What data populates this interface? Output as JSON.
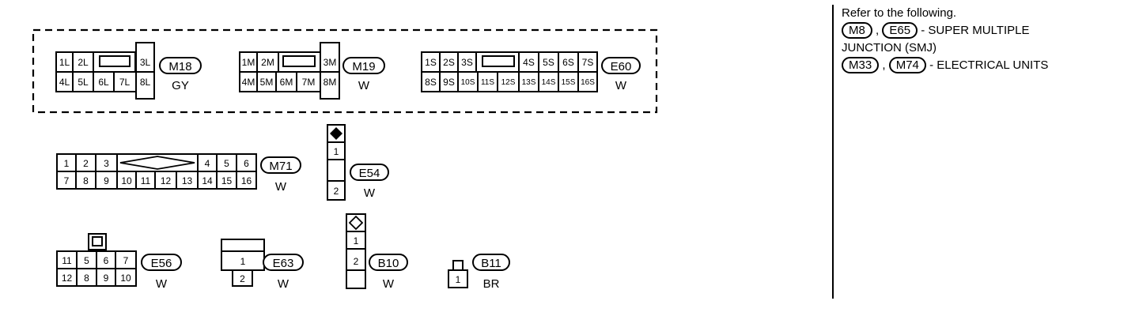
{
  "connectors": [
    {
      "id": "M18",
      "color": "GY",
      "top": [
        "1L",
        "2L",
        "",
        "3L"
      ],
      "bottom": [
        "4L",
        "5L",
        "6L",
        "7L",
        "8L"
      ]
    },
    {
      "id": "M19",
      "color": "W",
      "top": [
        "1M",
        "2M",
        "",
        "3M"
      ],
      "bottom": [
        "4M",
        "5M",
        "6M",
        "7M",
        "8M"
      ]
    },
    {
      "id": "E60",
      "color": "W",
      "top": [
        "1S",
        "2S",
        "3S",
        "",
        "4S",
        "5S",
        "6S",
        "7S"
      ],
      "bottom": [
        "8S",
        "9S",
        "10S",
        "11S",
        "12S",
        "13S",
        "14S",
        "15S",
        "16S"
      ]
    },
    {
      "id": "M71",
      "color": "W",
      "top": [
        "1",
        "2",
        "3",
        "4",
        "5",
        "6"
      ],
      "bottom": [
        "7",
        "8",
        "9",
        "10",
        "11",
        "12",
        "13",
        "14",
        "15",
        "16"
      ]
    },
    {
      "id": "E54",
      "color": "W",
      "pins": [
        "1",
        "2"
      ]
    },
    {
      "id": "E56",
      "color": "W",
      "top": [
        "11",
        "5",
        "6",
        "7"
      ],
      "bottom": [
        "12",
        "8",
        "9",
        "10"
      ]
    },
    {
      "id": "E63",
      "color": "W",
      "pins": [
        "1",
        "2"
      ]
    },
    {
      "id": "B10",
      "color": "W",
      "pins": [
        "1",
        "2"
      ]
    },
    {
      "id": "B11",
      "color": "BR",
      "pins": [
        "1"
      ]
    }
  ],
  "notes": {
    "heading": "Refer to the following.",
    "smj": {
      "tags": [
        "M8",
        "E65"
      ],
      "sep": ",",
      "text": "- SUPER MULTIPLE",
      "text2": "JUNCTION (SMJ)"
    },
    "units": {
      "tags": [
        "M33",
        "M74"
      ],
      "sep": ",",
      "text": "- ELECTRICAL UNITS"
    }
  }
}
